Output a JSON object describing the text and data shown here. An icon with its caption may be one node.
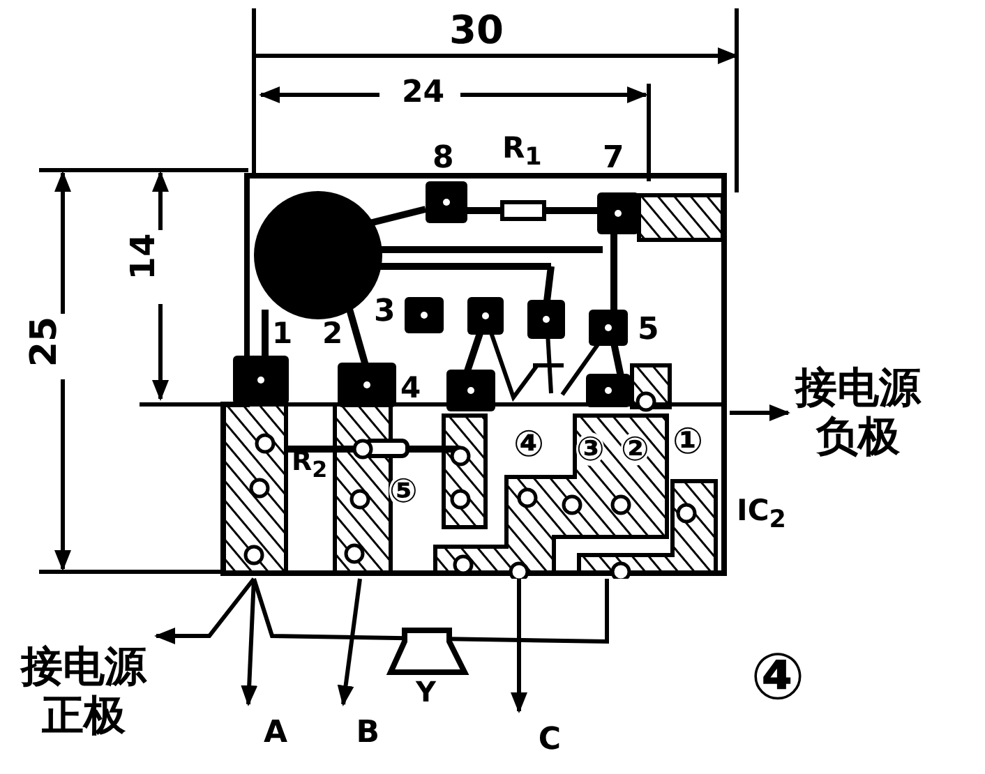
{
  "diagram": {
    "nodes": [
      {
        "text": [],
        "shape": "picture"
      },
      {
        "text": [
          "接电源负极"
        ]
      },
      {
        "text": [
          "接电源正极"
        ]
      },
      {
        "text": [
          "A"
        ]
      },
      {
        "text": [
          "B"
        ]
      },
      {
        "text": [
          "C"
        ]
      }
    ],
    "edges": [
      {
        "from": 0,
        "to": 1,
        "arrow": "to"
      },
      {
        "from": 0,
        "to": 2,
        "arrow": "to"
      },
      {
        "from": 0,
        "to": 3,
        "arrow": "to"
      },
      {
        "from": 0,
        "to": 4,
        "arrow": "to"
      },
      {
        "from": 0,
        "to": 5,
        "arrow": "to"
      }
    ],
    "labels": [
      "30",
      "24",
      "8",
      "R$_{1}$",
      "7",
      "14",
      "25",
      "3",
      "1",
      "2",
      "5",
      "4",
      "R$_{2}$",
      "⑤",
      "④",
      "③",
      "②",
      "①",
      "IC$_{2}$",
      "Y",
      "④"
    ]
  }
}
